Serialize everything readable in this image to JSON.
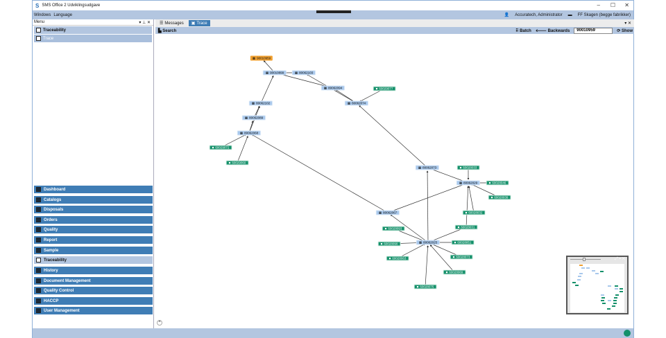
{
  "window": {
    "title": "SMS Office 2 Udviklingsudgave",
    "controls": [
      "–",
      "☐",
      "✕"
    ]
  },
  "menubar": {
    "items": [
      "Windows",
      "Language"
    ],
    "user": "Accuratech, Administrator",
    "company": "FF Skagen (begge fabrikker)"
  },
  "left_pane": {
    "title": "Menu",
    "section": "Traceability",
    "selected_item": "Trace",
    "nav": [
      "Dashboard",
      "Catalogs",
      "Disposals",
      "Orders",
      "Quality",
      "Report",
      "Sample",
      "Traceability",
      "History",
      "Document Management",
      "Quality Control",
      "HACCP",
      "User Management"
    ],
    "active": "Traceability"
  },
  "tabs": [
    {
      "label": "Messages"
    },
    {
      "label": "Trace",
      "active": true
    }
  ],
  "toolbar": {
    "search": "Search",
    "batch": "Batch",
    "direction": "Backwards",
    "batch_value": "90010959",
    "show": "Show"
  },
  "graph": {
    "nodes": [
      {
        "id": "90010959",
        "type": "origin"
      },
      {
        "id": "90010899",
        "type": "batch"
      },
      {
        "id": "80062103",
        "type": "batch"
      },
      {
        "id": "80062094",
        "type": "batch"
      },
      {
        "id": "80062074",
        "type": "batch"
      },
      {
        "id": "60029077",
        "type": "supplier"
      },
      {
        "id": "80062102",
        "type": "batch"
      },
      {
        "id": "80062089",
        "type": "batch"
      },
      {
        "id": "80062068",
        "type": "batch"
      },
      {
        "id": "60029072",
        "type": "supplier"
      },
      {
        "id": "60029060",
        "type": "supplier"
      },
      {
        "id": "80062073",
        "type": "batch"
      },
      {
        "id": "60028033",
        "type": "supplier"
      },
      {
        "id": "80062029",
        "type": "batch"
      },
      {
        "id": "60028046",
        "type": "supplier"
      },
      {
        "id": "60028039",
        "type": "supplier"
      },
      {
        "id": "80062067",
        "type": "batch"
      },
      {
        "id": "60028032",
        "type": "supplier"
      },
      {
        "id": "60028031",
        "type": "supplier"
      },
      {
        "id": "60028093",
        "type": "supplier"
      },
      {
        "id": "80062025",
        "type": "batch"
      },
      {
        "id": "60028090",
        "type": "supplier"
      },
      {
        "id": "60028051",
        "type": "supplier"
      },
      {
        "id": "60028063",
        "type": "supplier"
      },
      {
        "id": "60028073",
        "type": "supplier"
      },
      {
        "id": "60028069",
        "type": "supplier"
      },
      {
        "id": "60028075",
        "type": "supplier"
      }
    ],
    "edges": [
      [
        1,
        0
      ],
      [
        2,
        1
      ],
      [
        3,
        1
      ],
      [
        4,
        3
      ],
      [
        4,
        2
      ],
      [
        5,
        4
      ],
      [
        6,
        1
      ],
      [
        7,
        6
      ],
      [
        8,
        7
      ],
      [
        8,
        6
      ],
      [
        9,
        8
      ],
      [
        10,
        8
      ],
      [
        16,
        8
      ],
      [
        11,
        4
      ],
      [
        13,
        11
      ],
      [
        12,
        13
      ],
      [
        14,
        13
      ],
      [
        15,
        13
      ],
      [
        17,
        13
      ],
      [
        18,
        13
      ],
      [
        13,
        16
      ],
      [
        20,
        16
      ],
      [
        20,
        11
      ],
      [
        18,
        20
      ],
      [
        19,
        20
      ],
      [
        21,
        20
      ],
      [
        22,
        20
      ],
      [
        23,
        20
      ],
      [
        24,
        20
      ],
      [
        25,
        20
      ],
      [
        26,
        20
      ]
    ]
  },
  "colors": {
    "accent": "#3f7db5",
    "batch": "#a8c8ec",
    "origin": "#f0a030",
    "supplier": "#14906a"
  }
}
